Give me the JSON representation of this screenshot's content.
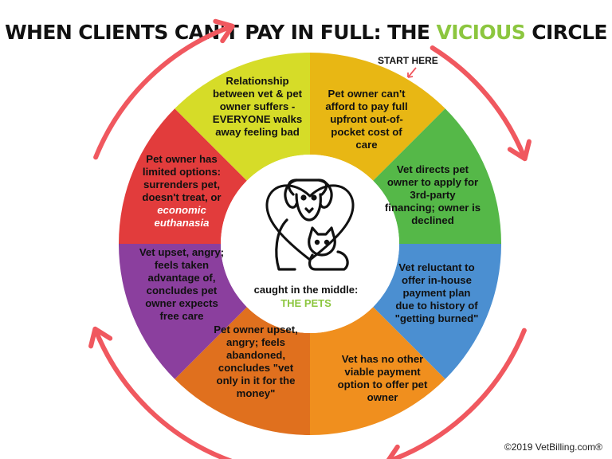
{
  "title": {
    "prefix": "WHEN CLIENTS CAN'T PAY IN FULL: THE ",
    "accent": "VICIOUS",
    "suffix": " CIRCLE"
  },
  "start_here": "START HERE",
  "center": {
    "caption_line1": "caught in the middle:",
    "caption_line2": "THE PETS",
    "icon": "dog-and-cat-heart-icon"
  },
  "segments": [
    {
      "color": "#e8b714",
      "text": "Pet owner can't afford to pay full upfront out-of-pocket cost of care"
    },
    {
      "color": "#55b848",
      "text": "Vet directs pet owner to apply for 3rd-party financing; owner is declined"
    },
    {
      "color": "#4b8fd1",
      "text": "Vet reluctant to offer in-house payment plan due to history of \"getting burned\""
    },
    {
      "color": "#f08f1e",
      "text": "Vet has no other viable payment option to offer pet owner"
    },
    {
      "color": "#e0701e",
      "text": "Pet owner upset, angry; feels abandoned, concludes \"vet only in it for the money\""
    },
    {
      "color": "#8b3f9e",
      "text": "Vet upset, angry; feels taken advantage of, concludes pet owner expects free care"
    },
    {
      "color": "#e23c3c",
      "text": "Pet owner has limited options: surrenders pet, doesn't treat, or",
      "emphasis": "economic euthanasia"
    },
    {
      "color": "#d6dc28",
      "text": "Relationship between vet & pet owner suffers - EVERYONE walks away feeling bad"
    }
  ],
  "arrow_color": "#f0585f",
  "credit": "©2019 VetBilling.com®"
}
